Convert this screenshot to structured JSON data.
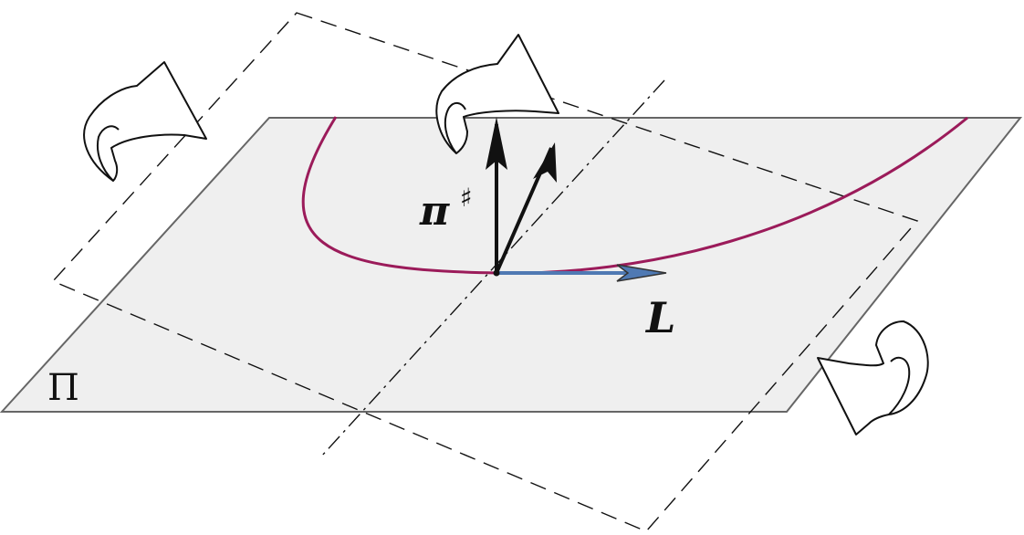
{
  "labels": {
    "plane": "Π",
    "pi_symbol": "π",
    "pi_superscript": "♯",
    "l_vector": "L"
  },
  "colors": {
    "plane_fill": "#efefef",
    "plane_edge": "#666666",
    "curve": "#9b1b5a",
    "l_arrow": "#4f79b3",
    "ink": "#111111"
  }
}
